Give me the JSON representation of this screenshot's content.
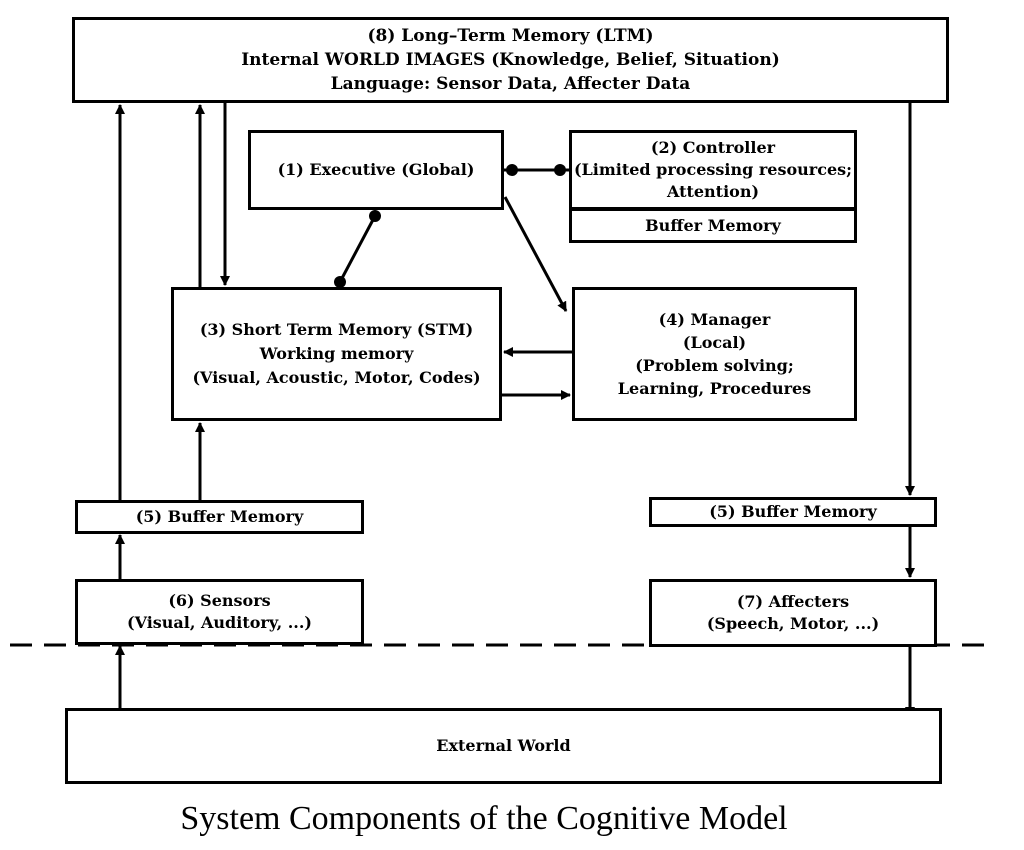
{
  "ltm": {
    "line1": "(8) Long–Term Memory (LTM)",
    "line2": "Internal WORLD IMAGES (Knowledge, Belief, Situation)",
    "line3": "Language: Sensor Data, Affecter Data"
  },
  "executive": {
    "line1": "(1) Executive (Global)"
  },
  "controller": {
    "line1": "(2) Controller",
    "line2": "(Limited processing resources;",
    "line3": "Attention)",
    "buffer": "Buffer Memory"
  },
  "stm": {
    "line1": "(3) Short Term Memory (STM)",
    "line2": "Working memory",
    "line3": "(Visual, Acoustic, Motor, Codes)"
  },
  "manager": {
    "line1": "(4) Manager",
    "line2": "(Local)",
    "line3": "(Problem solving;",
    "line4": "Learning, Procedures"
  },
  "buffer_left": {
    "label": "(5) Buffer Memory"
  },
  "buffer_right": {
    "label": "(5) Buffer Memory"
  },
  "sensors": {
    "line1": "(6) Sensors",
    "line2": "(Visual, Auditory, ...)"
  },
  "affecters": {
    "line1": "(7) Affecters",
    "line2": "(Speech, Motor, ...)"
  },
  "external": {
    "label": "External World"
  },
  "caption": "System Components of the Cognitive Model"
}
